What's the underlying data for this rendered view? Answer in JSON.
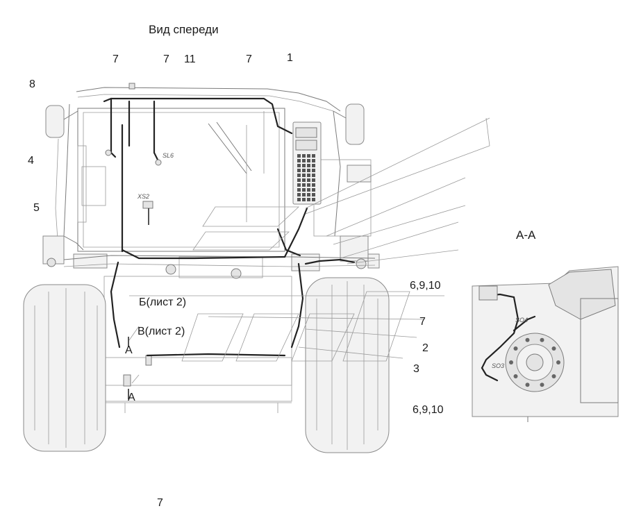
{
  "title": "Вид спереди",
  "section_title": "А-А",
  "callouts": {
    "top_a": "7",
    "top_b": "7",
    "top_c": "11",
    "top_d": "7",
    "top_e": "1",
    "left_8": "8",
    "left_4": "4",
    "left_5": "5",
    "right_6910_a": "6,9,10",
    "right_7": "7",
    "right_2": "2",
    "right_3": "3",
    "right_6910_b": "6,9,10",
    "bottom_7": "7"
  },
  "view_refs": {
    "b_sheet": "Б(лист 2)",
    "v_sheet": "В(лист 2)",
    "section_a_upper": "А",
    "section_a_lower": "А"
  },
  "part_marks": {
    "sl6": "SL6",
    "xs2": "XS2",
    "s04": "SO4",
    "s03": "SO3"
  }
}
